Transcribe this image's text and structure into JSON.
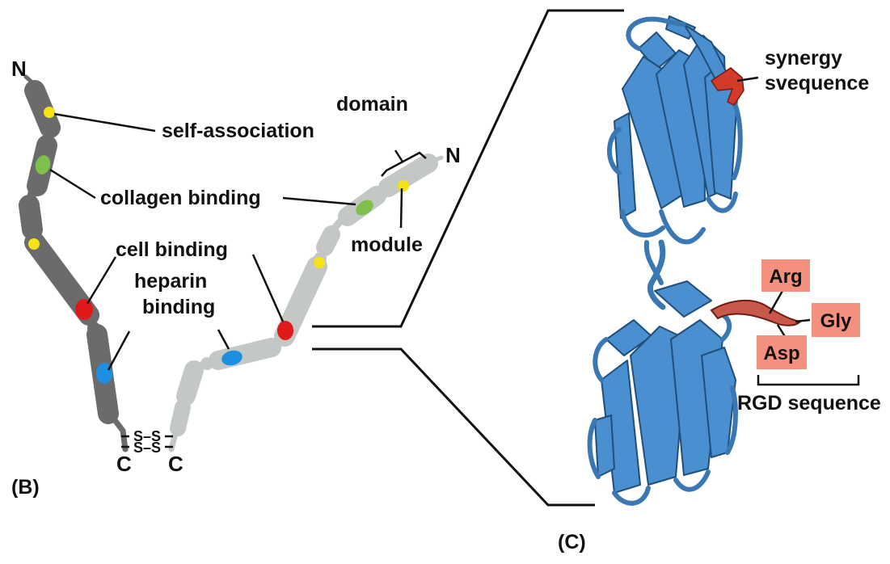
{
  "panels": {
    "left": "(B)",
    "right": "(C)"
  },
  "termini": {
    "n": "N",
    "c": "C"
  },
  "disulfide": {
    "bond1": "S–S",
    "bond2": "S–S"
  },
  "labels": {
    "self_association": "self-association",
    "collagen_binding": "collagen binding",
    "cell_binding": "cell binding",
    "heparin_binding_line1": "heparin",
    "heparin_binding_line2": "binding",
    "domain": "domain",
    "module": "module",
    "synergy_line1": "synergy",
    "synergy_line2": "svequence",
    "rgd_sequence": "RGD sequence"
  },
  "residues": {
    "arg": "Arg",
    "gly": "Gly",
    "asp": "Asp"
  },
  "colors": {
    "chain_dark": "#6b6b6b",
    "chain_light": "#c4c8c4",
    "self_association_site": "#f5e316",
    "collagen_site": "#7dc04a",
    "cell_site": "#e01a1a",
    "heparin_site": "#1d8fe0",
    "protein_ribbon": "#4a8fcf",
    "synergy_region": "#d23a2a",
    "residue_box": "#f4907e"
  }
}
